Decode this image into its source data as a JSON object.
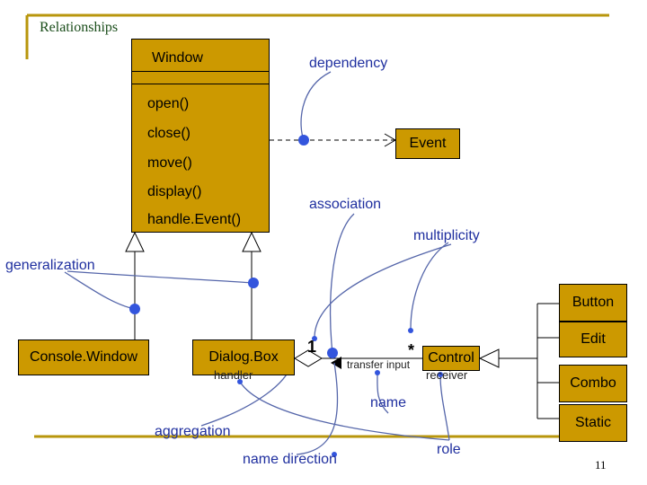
{
  "slide": {
    "title": "Relationships",
    "page_number": "11"
  },
  "window_class": {
    "name": "Window",
    "operations": [
      "open()",
      "close()",
      "move()",
      "display()",
      "handle.Event()"
    ]
  },
  "classes": {
    "event": "Event",
    "console_window": "Console.Window",
    "dialog_box": "Dialog.Box",
    "control": "Control",
    "button": "Button",
    "edit": "Edit",
    "combo": "Combo",
    "static": "Static"
  },
  "annotations": {
    "dependency": "dependency",
    "association": "association",
    "multiplicity": "multiplicity",
    "generalization": "generalization",
    "aggregation": "aggregation",
    "name": "name",
    "name_direction": "name direction",
    "role": "role"
  },
  "association_labels": {
    "multiplicity_one": "1",
    "multiplicity_many": "*",
    "assoc_name": "transfer input",
    "role_handler": "handler",
    "role_receiver": "receiver"
  },
  "colors": {
    "class_fill": "#cc9900",
    "note_line": "#5566aa",
    "note_dot": "#3355dd",
    "label_text": "#1f2f9f",
    "accent_bar": "#b8960c"
  }
}
